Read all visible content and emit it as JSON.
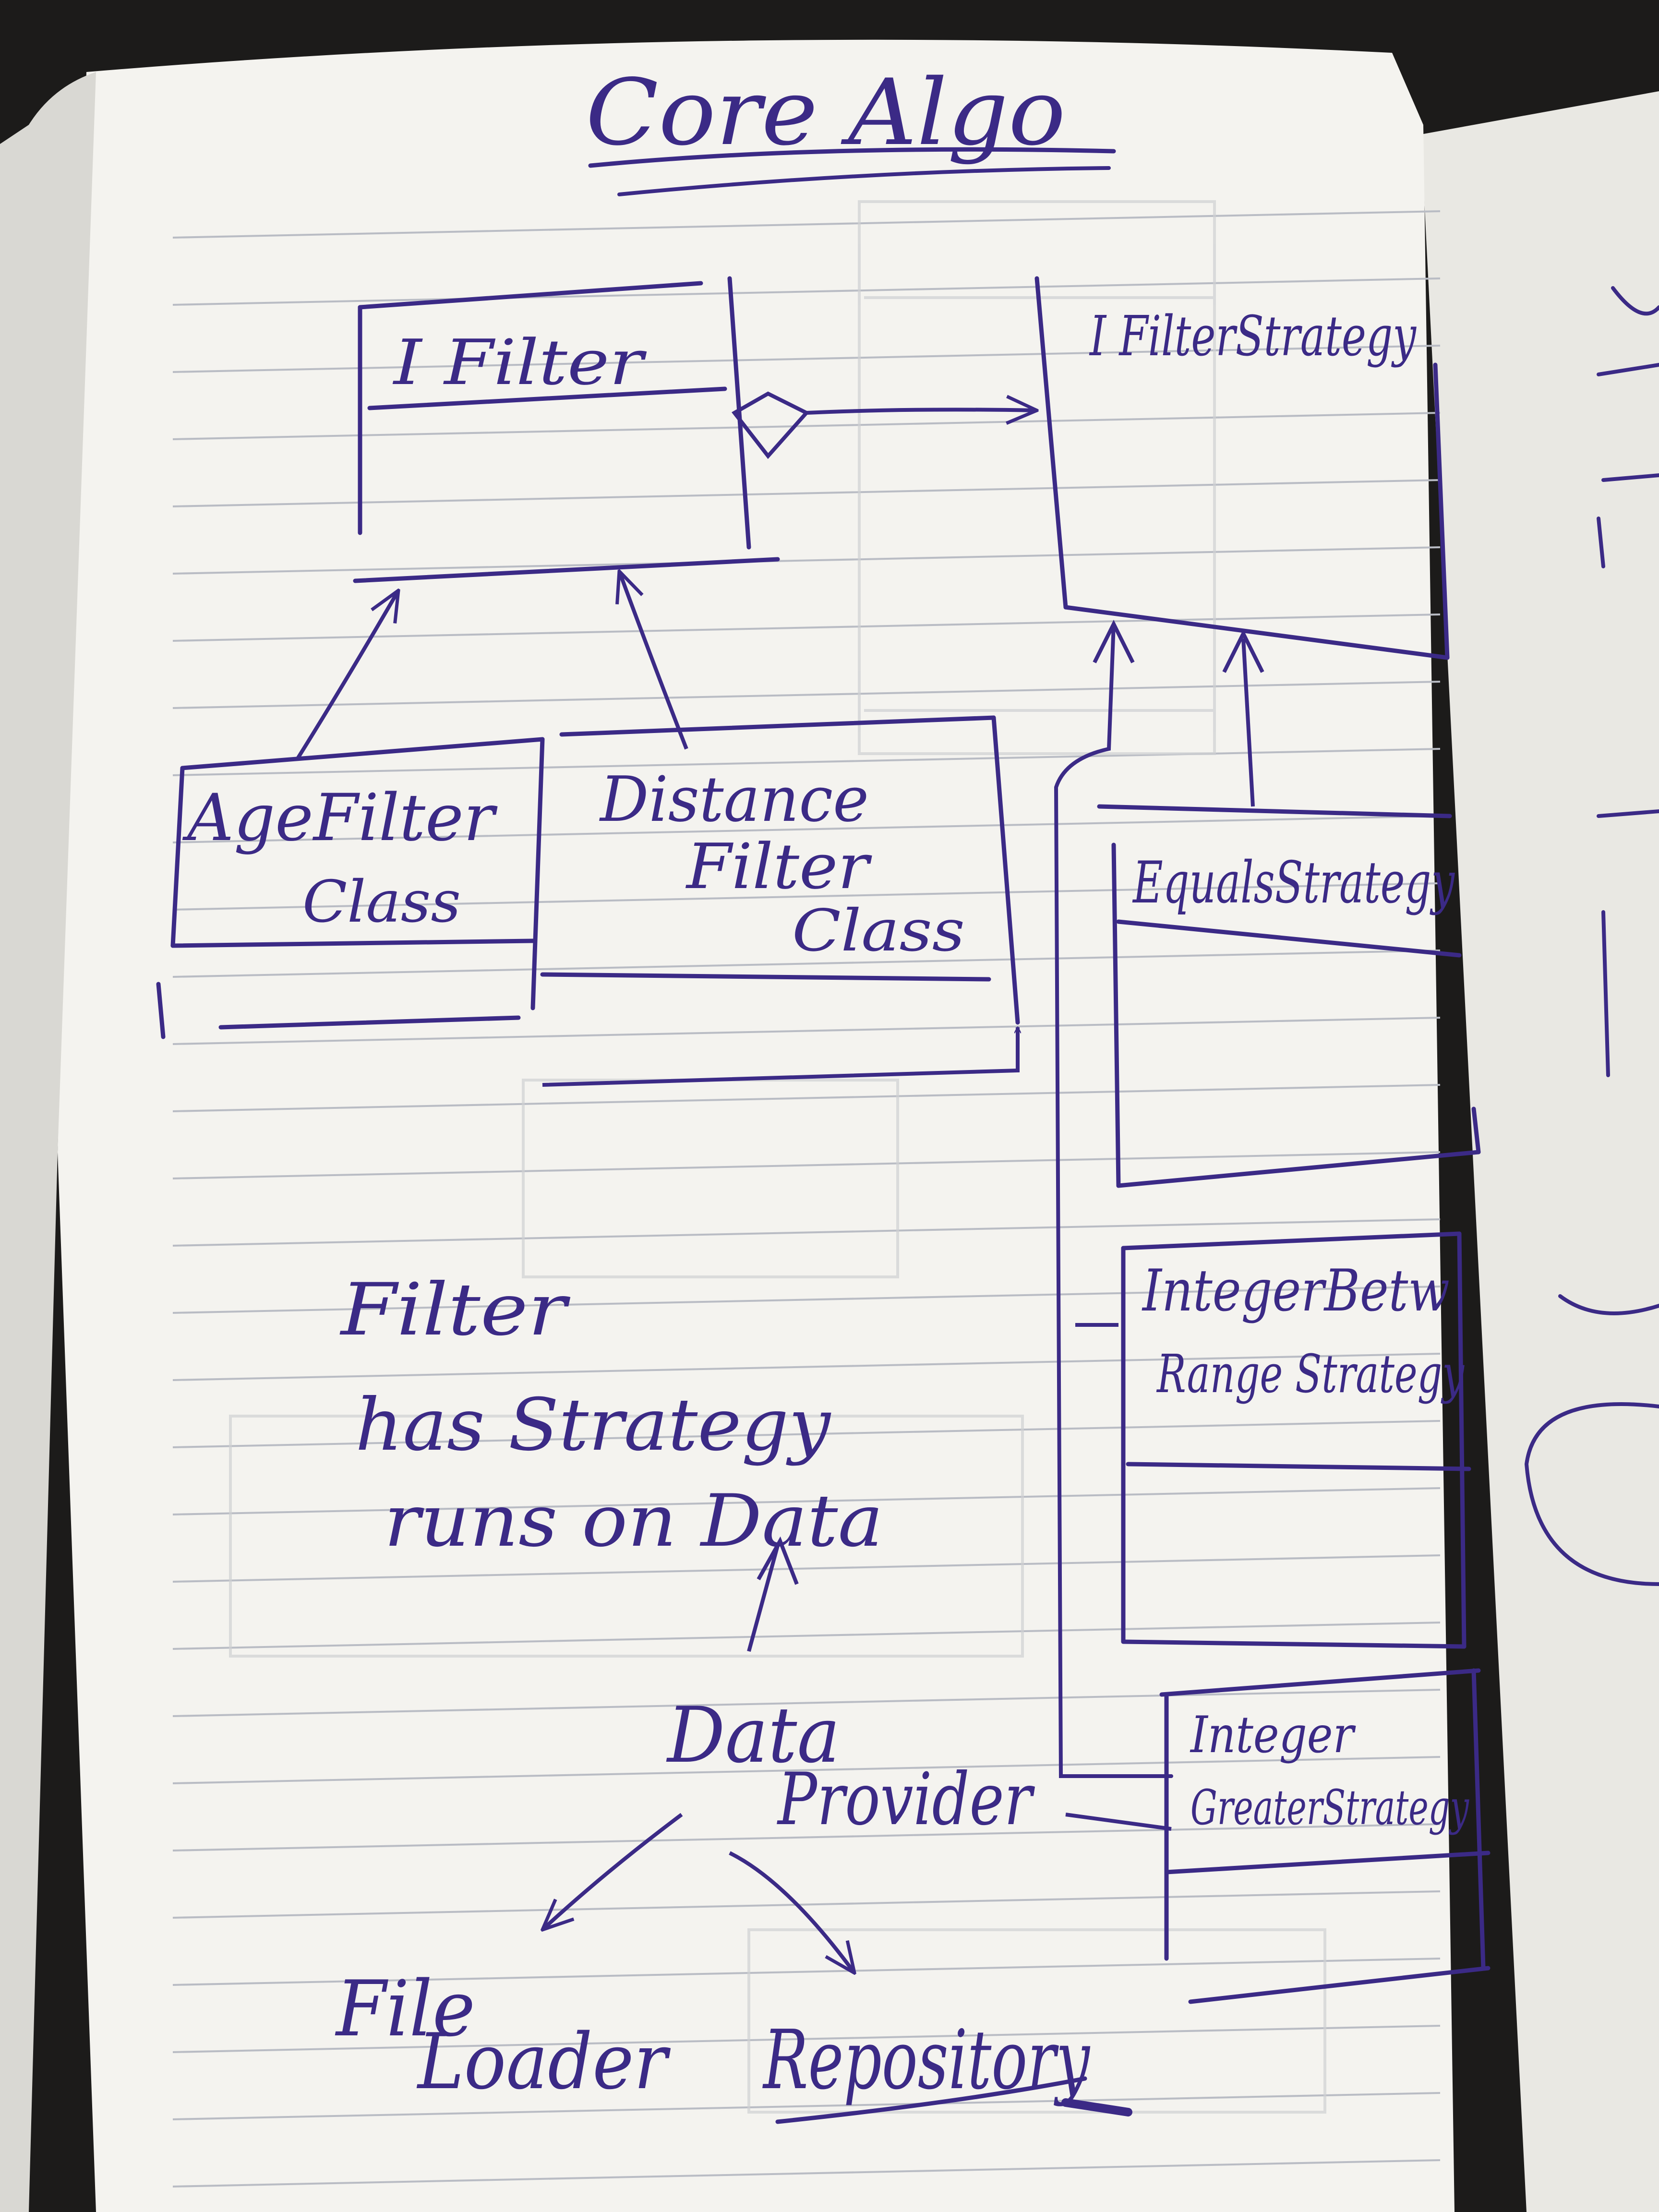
{
  "page": {
    "title": "Core Algo"
  },
  "boxes": {
    "ifilter": "I Filter",
    "ifilterstrategy": "I FilterStrategy",
    "age_filter": [
      "AgeFilter",
      "Class"
    ],
    "distance_filter": [
      "Distance",
      "Filter",
      "Class"
    ],
    "equals_strategy": "EqualsStrategy",
    "integer_between_range": [
      "IntegerBetw",
      "Range Strategy"
    ],
    "integer_greater": [
      "Integer",
      "GreaterStrategy"
    ]
  },
  "notes": {
    "strategy_note": [
      "Filter",
      "has Strategy",
      "runs on Data"
    ],
    "data_provider": [
      "Data",
      "Provider"
    ],
    "file_loader": [
      "File",
      "Loader"
    ],
    "repository": "Repository"
  },
  "colors": {
    "ink": "#3b2a86",
    "paper": "#f4f3ef",
    "rule_line": "#b9bcc4",
    "ghost": "#cfd0d3"
  }
}
